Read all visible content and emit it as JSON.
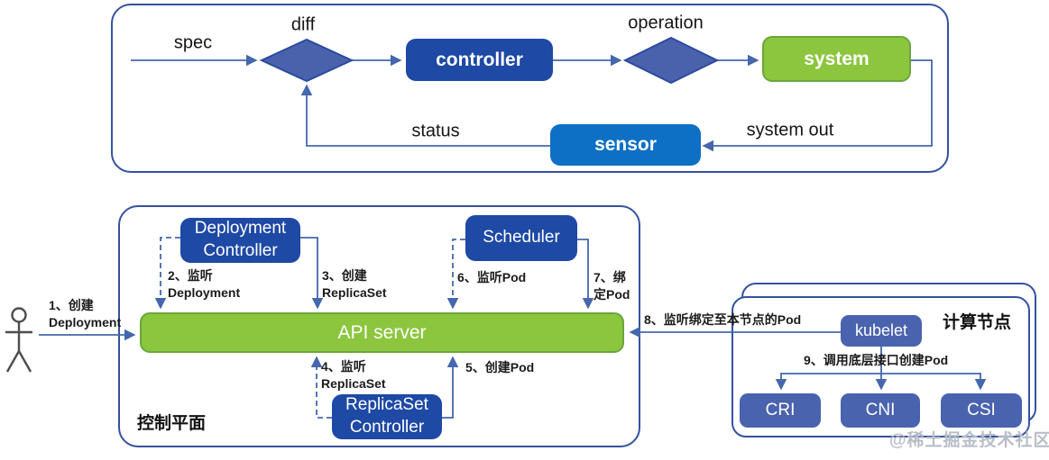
{
  "top_loop": {
    "labels": {
      "spec": "spec",
      "diff": "diff",
      "operation": "operation",
      "status": "status",
      "system_out": "system out"
    },
    "nodes": {
      "controller": "controller",
      "system": "system",
      "sensor": "sensor"
    }
  },
  "control_plane": {
    "title": "控制平面",
    "nodes": {
      "deployment_controller": "Deployment Controller",
      "scheduler": "Scheduler",
      "api_server": "API server",
      "replicaset_controller": "ReplicaSet Controller"
    },
    "steps": {
      "s1": "1、创建\nDeployment",
      "s2": "2、监听\nDeployment",
      "s3": "3、创建\nReplicaSet",
      "s4": "4、监听\nReplicaSet",
      "s5": "5、创建Pod",
      "s6": "6、监听Pod",
      "s7": "7、绑\n定Pod",
      "s8": "8、监听绑定至本节点的Pod"
    }
  },
  "compute_node": {
    "title": "计算节点",
    "nodes": {
      "kubelet": "kubelet",
      "cri": "CRI",
      "cni": "CNI",
      "csi": "CSI"
    },
    "steps": {
      "s9": "9、调用底层接口创建Pod"
    }
  },
  "watermark": "@稀土掘金技术社区",
  "colors": {
    "deep_blue": "#1E49A5",
    "bright_blue": "#0D70C4",
    "slate_blue": "#4A63AE",
    "diamond_fill": "#4A62AC",
    "diamond_border": "#2B4AA0",
    "green": "#8CC63E",
    "green_border": "#68A73B",
    "line_blue": "#4467AD",
    "panel_border": "#35529F"
  }
}
